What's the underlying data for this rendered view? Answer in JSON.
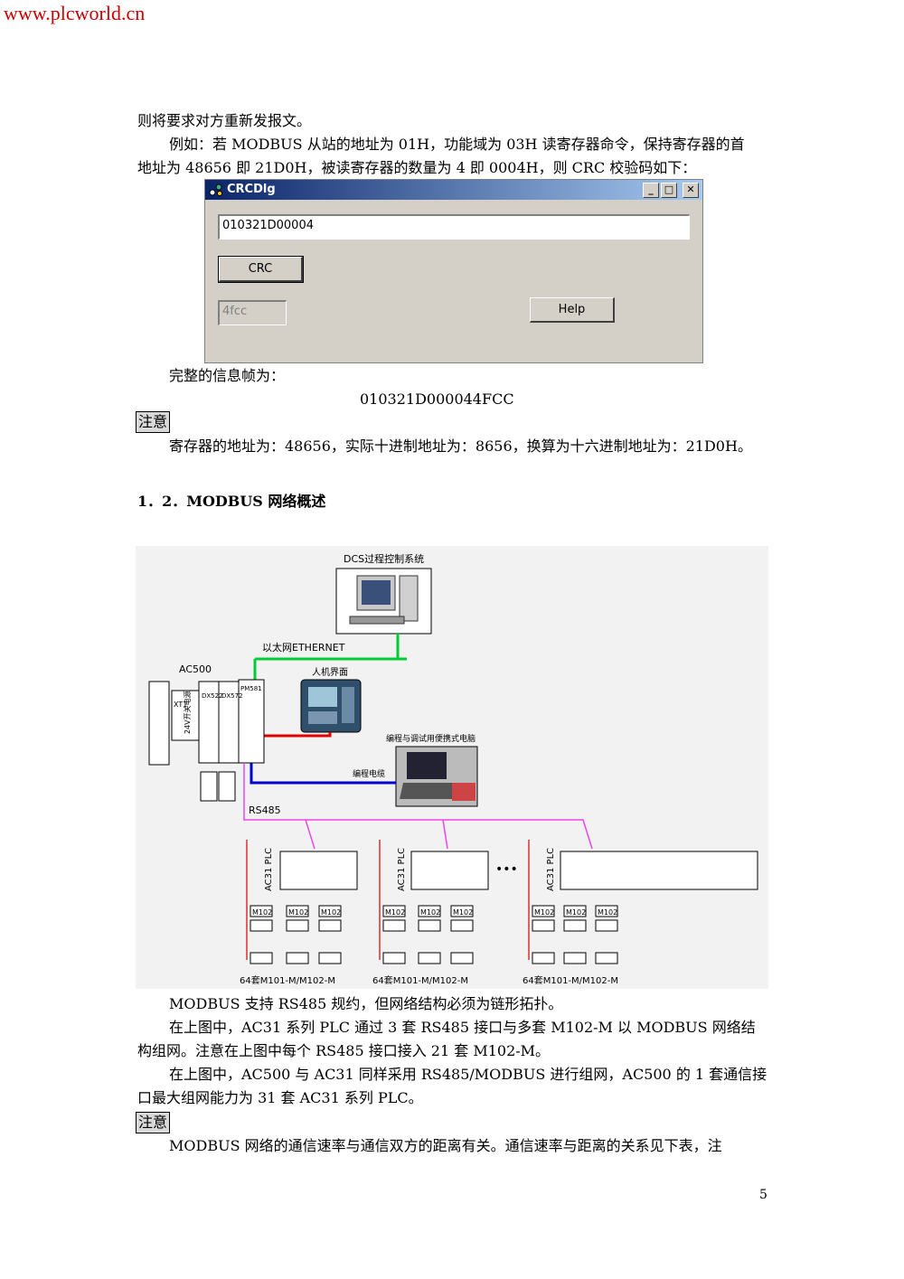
{
  "watermark": "www.plcworld.cn",
  "paragraphs": {
    "p1": "则将要求对方重新发报文。",
    "p2_line1": "例如：若 MODBUS 从站的地址为 01H，功能域为 03H 读寄存器命令，保持寄存器的首",
    "p2_line2": "地址为 48656 即 21D0H，被读寄存器的数量为 4 即 0004H，则 CRC 校验码如下："
  },
  "dialog": {
    "title": "CRCDlg",
    "input_value": "010321D00004",
    "crc_button": "CRC",
    "result_value": "4fcc",
    "help_button": "Help"
  },
  "frame": {
    "label": "完整的信息帧为：",
    "value": "010321D000044FCC"
  },
  "note1": {
    "tag": "注意",
    "text": "寄存器的地址为：48656，实际十进制地址为：8656，换算为十六进制地址为：21D0H。"
  },
  "section_heading": "1．2．MODBUS 网络概述",
  "diagram": {
    "dcs_label": "DCS过程控制系统",
    "ethernet_label": "以太网ETHERNET",
    "ac500_label": "AC500",
    "hmi_label": "人机界面",
    "laptop_label": "编程与调试用便携式电脑",
    "prog_label": "编程电缆",
    "rs485_label": "RS485",
    "power_label": "24V开关电源",
    "xt1_label": "XT1",
    "pm_label": "PM581",
    "module_label1": "DX522",
    "module_label2": "DX572",
    "ac31_label": "AC31 PLC",
    "m102": "M102",
    "group_caption": "64套M101-M/M102-M",
    "ellipsis": "•••",
    "colors": {
      "ethernet": "#00cc33",
      "hmi_link": "#e00000",
      "prog_link": "#0000cc",
      "rs485": "#ee44ee",
      "device_red": "#e03030"
    }
  },
  "body_text": {
    "l1": "MODBUS 支持 RS485 规约，但网络结构必须为链形拓扑。",
    "l2": "在上图中，AC31 系列 PLC 通过 3 套 RS485 接口与多套 M102-M 以 MODBUS 网络结",
    "l3": "构组网。注意在上图中每个 RS485 接口接入 21 套 M102-M。",
    "l4": "在上图中，AC500 与 AC31 同样采用 RS485/MODBUS 进行组网，AC500 的 1 套通信接",
    "l5": "口最大组网能力为 31 套 AC31 系列 PLC。"
  },
  "note2": {
    "tag": "注意",
    "text": "MODBUS 网络的通信速率与通信双方的距离有关。通信速率与距离的关系见下表，注"
  },
  "page_number": "5"
}
